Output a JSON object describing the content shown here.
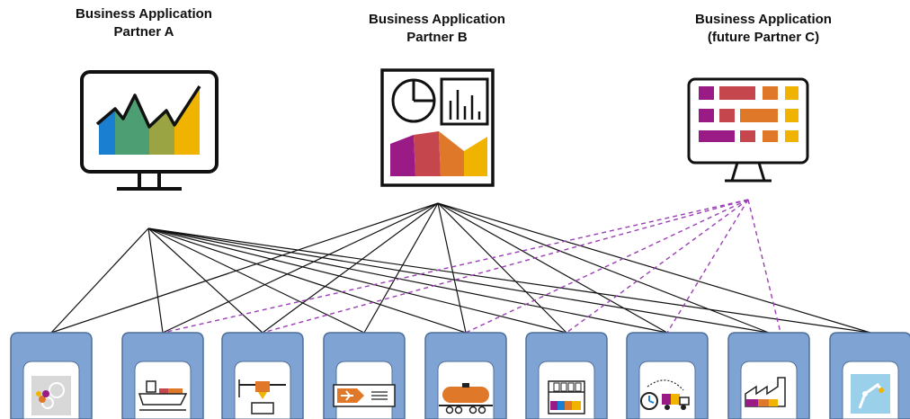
{
  "partners": {
    "a": {
      "line1": "Business Application",
      "line2": "Partner A",
      "icon": "monitor-line-chart-icon"
    },
    "b": {
      "line1": "Business Application",
      "line2": "Partner B",
      "icon": "dashboard-report-icon"
    },
    "c": {
      "line1": "Business Application",
      "line2": "(future Partner C)",
      "icon": "monitor-blocks-icon"
    }
  },
  "colors": {
    "solid_line": "#111111",
    "dashed_line": "#9b3fb5",
    "tab_fill": "#7fa3d3",
    "tab_stroke": "#4f6f9b",
    "blue": "#1a7fd0",
    "green": "#4e9e73",
    "olive": "#9aa443",
    "yellow": "#f0b400",
    "purple": "#9a1a86",
    "red": "#c6464e",
    "orange": "#e0782a"
  },
  "systems": [
    {
      "icon": "gear-flower-icon"
    },
    {
      "icon": "cargo-ship-icon"
    },
    {
      "icon": "production-machine-icon"
    },
    {
      "icon": "plane-ticket-icon"
    },
    {
      "icon": "tank-wagon-icon"
    },
    {
      "icon": "warehouse-shelf-icon"
    },
    {
      "icon": "delivery-truck-clock-icon"
    },
    {
      "icon": "factory-icon"
    },
    {
      "icon": "robot-arm-icon"
    }
  ]
}
